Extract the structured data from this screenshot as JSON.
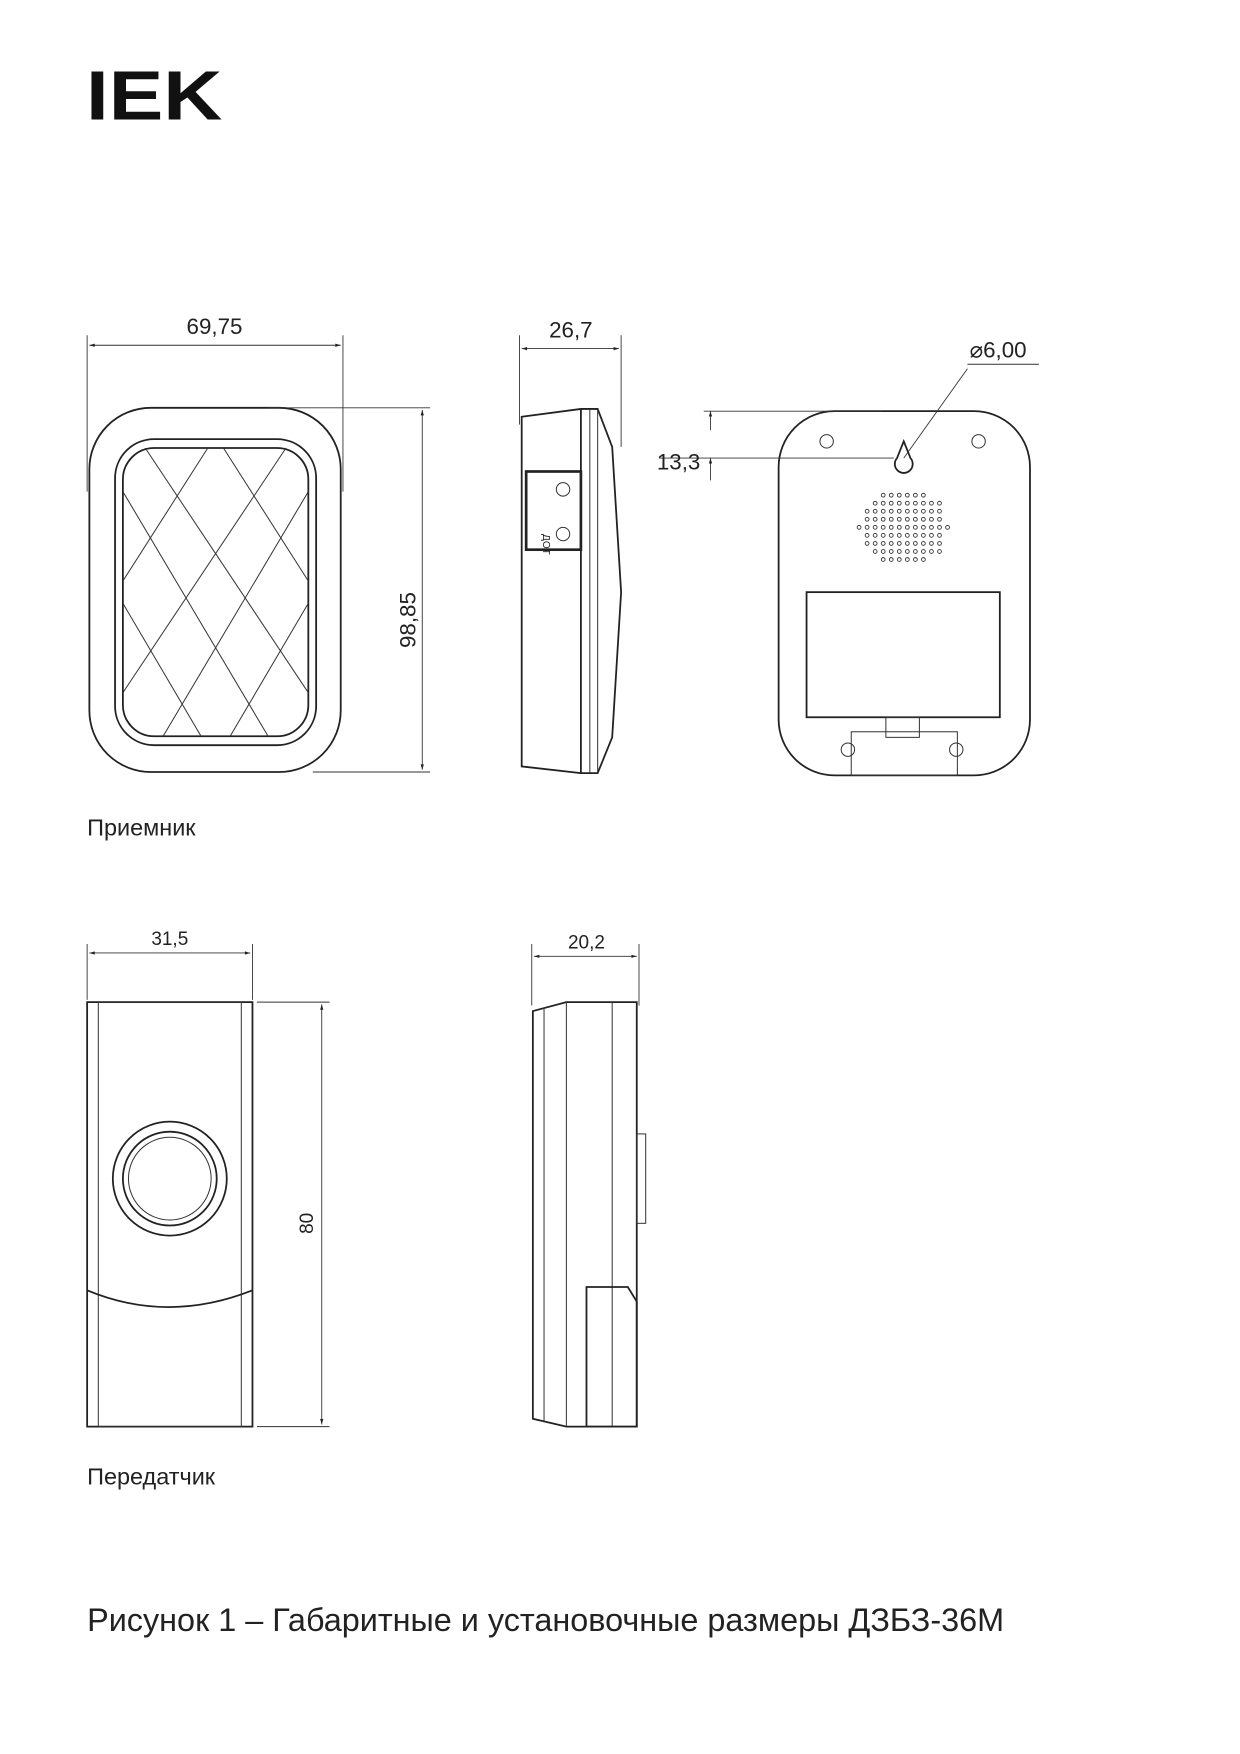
{
  "logo": {
    "text": "IEK"
  },
  "receiver": {
    "label": "Приемник",
    "dims": {
      "width": "69,75",
      "depth": "26,7",
      "height": "98,85",
      "hole_diameter": "⌀6,00",
      "hole_offset": "13,3"
    },
    "side_panel_mark": "ДОТ"
  },
  "transmitter": {
    "label": "Передатчик",
    "dims": {
      "width": "31,5",
      "depth": "20,2",
      "height": "80"
    }
  },
  "figure_caption": "Рисунок 1 – Габаритные и установочные размеры ДЗБЗ-36М"
}
